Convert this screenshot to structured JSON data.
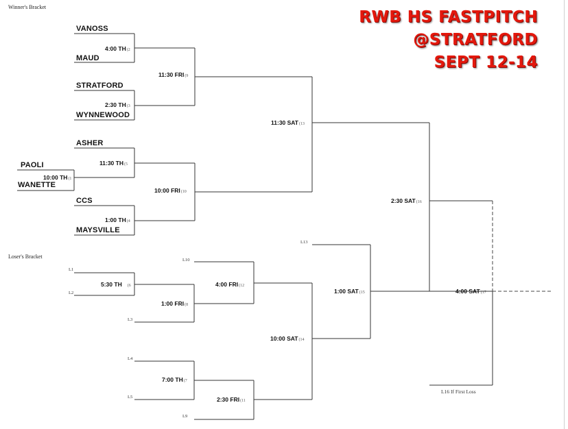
{
  "headers": {
    "winners": "Winner's Bracket",
    "losers": "Loser's Bracket"
  },
  "title": {
    "line1": "RWB HS FASTPITCH",
    "line2": "@STRATFORD",
    "line3": "SEPT 12-14",
    "color": "#e3180d"
  },
  "teams": {
    "vanoss": "VANOSS",
    "maud": "MAUD",
    "stratford": "STRATFORD",
    "wynnewood": "WYNNEWOOD",
    "asher": "ASHER",
    "paoli": "PAOLI",
    "wanette": "WANETTE",
    "ccs": "CCS",
    "maysville": "MAYSVILLE"
  },
  "games": {
    "g1": {
      "time": "10:00 TH",
      "num": "(1"
    },
    "g2": {
      "time": "4:00 TH",
      "num": "(2"
    },
    "g3": {
      "time": "2:30 TH",
      "num": "(3"
    },
    "g4": {
      "time": "1:00 TH",
      "num": "(4"
    },
    "g5": {
      "time": "11:30 TH",
      "num": "(5"
    },
    "g6": {
      "time": "5:30 TH",
      "num": "(6"
    },
    "g7": {
      "time": "7:00 TH",
      "num": "(7"
    },
    "g8": {
      "time": "1:00 FRI",
      "num": "(8"
    },
    "g9": {
      "time": "11:30 FRI",
      "num": "(9"
    },
    "g10": {
      "time": "10:00 FRI",
      "num": "(10"
    },
    "g11": {
      "time": "2:30 FRI",
      "num": "(11"
    },
    "g12": {
      "time": "4:00 FRI",
      "num": "(12"
    },
    "g13": {
      "time": "11:30 SAT",
      "num": "(13"
    },
    "g14": {
      "time": "10:00 SAT",
      "num": "(14"
    },
    "g15": {
      "time": "1:00 SAT",
      "num": "(15"
    },
    "g16": {
      "time": "2:30 SAT",
      "num": "(16"
    },
    "g17": {
      "time": "4:00 SAT",
      "num": "(17"
    }
  },
  "seeds": {
    "l1": "L1",
    "l2": "L2",
    "l3": "L3",
    "l4": "L4",
    "l5": "L5",
    "l9": "L9",
    "l10": "L10",
    "l13": "L13"
  },
  "note": "L16 If First Loss"
}
